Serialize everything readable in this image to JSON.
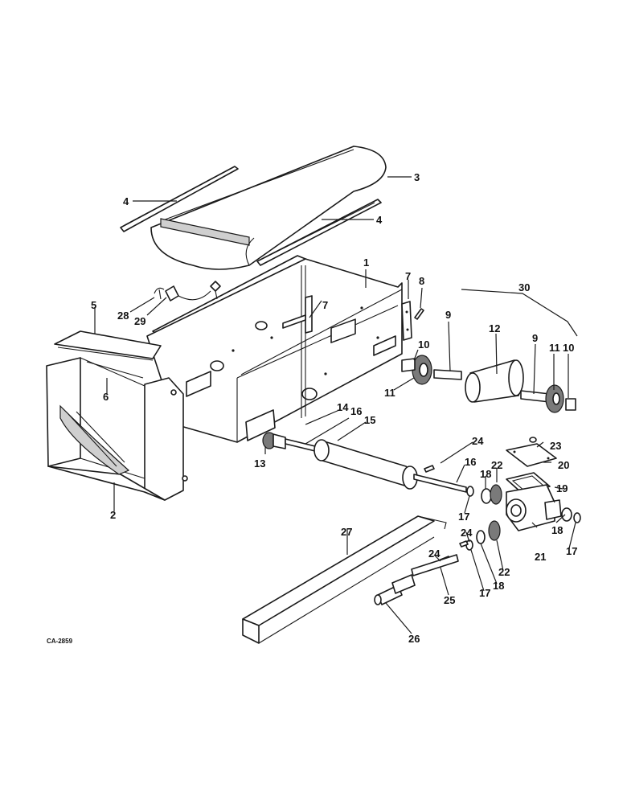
{
  "drawing_code": "CA-2859",
  "callouts": [
    {
      "id": "c3",
      "text": "3"
    },
    {
      "id": "c4a",
      "text": "4"
    },
    {
      "id": "c4b",
      "text": "4"
    },
    {
      "id": "c1",
      "text": "1"
    },
    {
      "id": "c7a",
      "text": "7"
    },
    {
      "id": "c8",
      "text": "8"
    },
    {
      "id": "c30",
      "text": "30"
    },
    {
      "id": "c5",
      "text": "5"
    },
    {
      "id": "c28",
      "text": "28"
    },
    {
      "id": "c29",
      "text": "29"
    },
    {
      "id": "c7b",
      "text": "7"
    },
    {
      "id": "c9a",
      "text": "9"
    },
    {
      "id": "c12",
      "text": "12"
    },
    {
      "id": "c9b",
      "text": "9"
    },
    {
      "id": "c11a",
      "text": "11"
    },
    {
      "id": "c10a",
      "text": "10"
    },
    {
      "id": "c10b",
      "text": "10"
    },
    {
      "id": "c11b",
      "text": "11"
    },
    {
      "id": "c6",
      "text": "6"
    },
    {
      "id": "c14",
      "text": "14"
    },
    {
      "id": "c16a",
      "text": "16"
    },
    {
      "id": "c15",
      "text": "15"
    },
    {
      "id": "c13",
      "text": "13"
    },
    {
      "id": "c24a",
      "text": "24"
    },
    {
      "id": "c23",
      "text": "23"
    },
    {
      "id": "c16b",
      "text": "16"
    },
    {
      "id": "c22a",
      "text": "22"
    },
    {
      "id": "c20",
      "text": "20"
    },
    {
      "id": "c18a",
      "text": "18"
    },
    {
      "id": "c19",
      "text": "19"
    },
    {
      "id": "c2",
      "text": "2"
    },
    {
      "id": "c17a",
      "text": "17"
    },
    {
      "id": "c27",
      "text": "27"
    },
    {
      "id": "c24b",
      "text": "24"
    },
    {
      "id": "c18b",
      "text": "18"
    },
    {
      "id": "c21",
      "text": "21"
    },
    {
      "id": "c17b",
      "text": "17"
    },
    {
      "id": "c24c",
      "text": "24"
    },
    {
      "id": "c22b",
      "text": "22"
    },
    {
      "id": "c17c",
      "text": "17"
    },
    {
      "id": "c18c",
      "text": "18"
    },
    {
      "id": "c25",
      "text": "25"
    },
    {
      "id": "c26",
      "text": "26"
    }
  ]
}
